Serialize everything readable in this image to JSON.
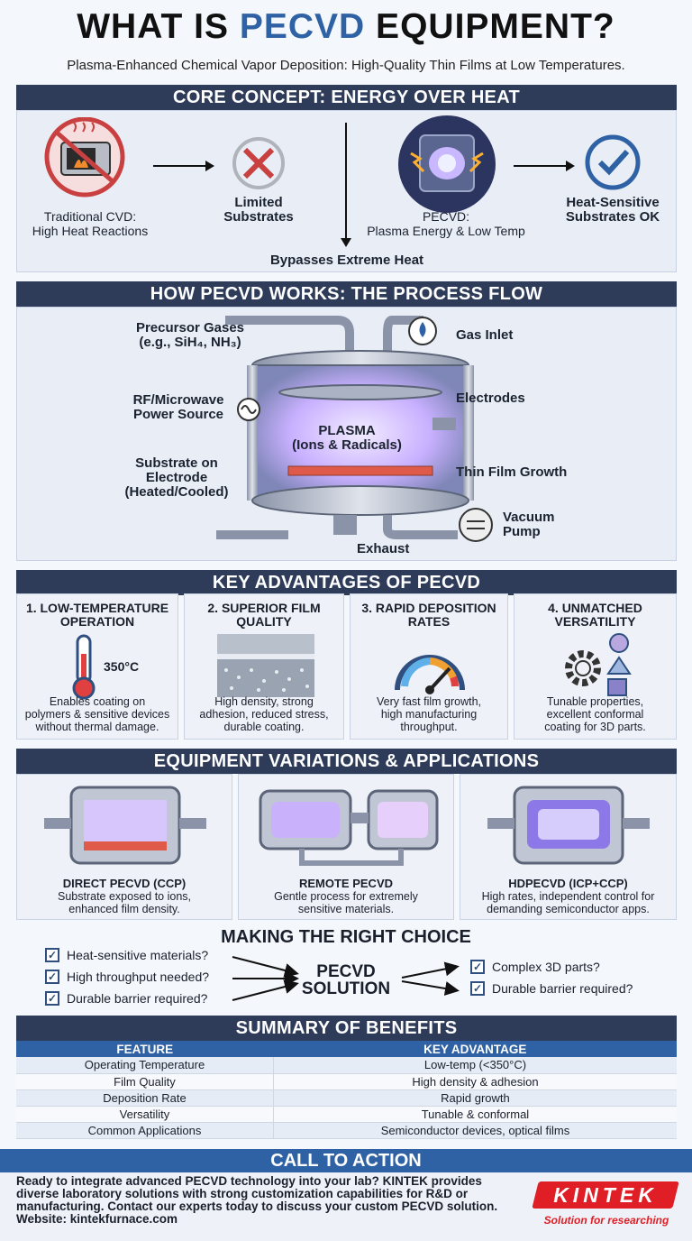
{
  "title": {
    "part1": "WHAT IS ",
    "highlight": "PECVD",
    "part2": " EQUIPMENT?"
  },
  "subtitle": "Plasma-Enhanced Chemical Vapor Deposition: High-Quality Thin Films at Low Temperatures.",
  "core": {
    "heading": "CORE CONCEPT: ENERGY OVER HEAT",
    "traditional": "Traditional CVD:\nHigh Heat Reactions",
    "limited": "Limited\nSubstrates",
    "bypass": "Bypasses Extreme Heat",
    "pecvd": "PECVD:\nPlasma Energy & Low Temp",
    "heat_ok": "Heat-Sensitive\nSubstrates OK"
  },
  "process": {
    "heading": "HOW PECVD WORKS: THE PROCESS FLOW",
    "precursor": "Precursor Gases\n(e.g., SiH₄, NH₃)",
    "gas_inlet": "Gas Inlet",
    "rf_power": "RF/Microwave\nPower Source",
    "electrodes": "Electrodes",
    "plasma": "PLASMA\n(Ions & Radicals)",
    "substrate": "Substrate on\nElectrode\n(Heated/Cooled)",
    "film": "Thin Film Growth",
    "vacuum": "Vacuum\nPump",
    "exhaust": "Exhaust"
  },
  "advantages": {
    "heading": "KEY ADVANTAGES OF PECVD",
    "items": [
      {
        "title": "1. LOW-TEMPERATURE\nOPERATION",
        "temp": "350°C",
        "desc": "Enables coating on\npolymers & sensitive devices\nwithout thermal damage."
      },
      {
        "title": "2. SUPERIOR FILM\nQUALITY",
        "desc": "High density, strong\nadhesion, reduced stress,\ndurable coating."
      },
      {
        "title": "3. RAPID DEPOSITION\nRATES",
        "desc": "Very fast film growth,\nhigh manufacturing\nthroughput."
      },
      {
        "title": "4. UNMATCHED\nVERSATILITY",
        "desc": "Tunable properties,\nexcellent conformal\ncoating for 3D parts."
      }
    ]
  },
  "variations": {
    "heading": "EQUIPMENT VARIATIONS & APPLICATIONS",
    "items": [
      {
        "title": "DIRECT PECVD (CCP)",
        "desc": "Substrate exposed to ions,\nenhanced film density."
      },
      {
        "title": "REMOTE PECVD",
        "desc": "Gentle process for extremely\nsensitive materials."
      },
      {
        "title": "HDPECVD (ICP+CCP)",
        "desc": "High rates, independent control for\ndemanding semiconductor apps."
      }
    ]
  },
  "choice": {
    "heading": "MAKING THE RIGHT CHOICE",
    "left": [
      "Heat-sensitive materials?",
      "High throughput needed?",
      "Durable barrier required?"
    ],
    "center": "PECVD\nSOLUTION",
    "right": [
      "Complex 3D parts?",
      "Durable barrier required?"
    ]
  },
  "summary": {
    "heading": "SUMMARY OF BENEFITS",
    "col1": "FEATURE",
    "col2": "KEY ADVANTAGE",
    "rows": [
      [
        "Operating Temperature",
        "Low-temp (<350°C)"
      ],
      [
        "Film Quality",
        "High density & adhesion"
      ],
      [
        "Deposition Rate",
        "Rapid growth"
      ],
      [
        "Versatility",
        "Tunable & conformal"
      ],
      [
        "Common Applications",
        "Semiconductor devices, optical films"
      ]
    ]
  },
  "cta": {
    "heading": "CALL TO ACTION",
    "text": "Ready to integrate advanced PECVD technology into your lab? KINTEK provides diverse laboratory solutions with strong customization capabilities for R&D or manufacturing. Contact our experts today to discuss your custom PECVD solution.",
    "website": "Website: kintekfurnace.com",
    "logo": "KINTEK",
    "tagline": "Solution for researching"
  },
  "colors": {
    "navy": "#2e3c5a",
    "blue": "#2f62a4",
    "red": "#e01e25",
    "plasma": "#b58cf0"
  }
}
